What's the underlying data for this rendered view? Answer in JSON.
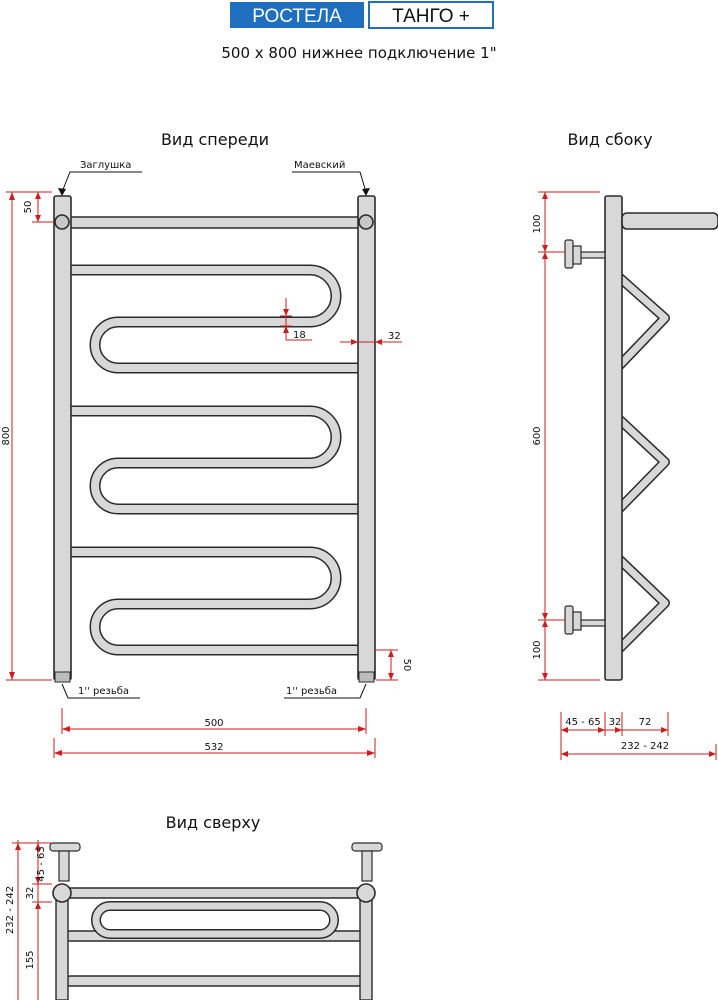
{
  "header": {
    "brand": "РОСТЕЛА",
    "model": "ТАНГО +",
    "subtitle": "500 x 800 нижнее подключение 1\""
  },
  "views": {
    "front": "Вид спереди",
    "side": "Вид сбоку",
    "top": "Вид сверху"
  },
  "labels": {
    "plug": "Заглушка",
    "mayevsky": "Маевский",
    "thread_left": "1'' резьба",
    "thread_right": "1'' резьба"
  },
  "dimensions": {
    "front_top": "50",
    "front_height": "800",
    "front_gap": "18",
    "front_pipe": "32",
    "front_bottom": "50",
    "front_width_inner": "500",
    "front_width_outer": "532",
    "side_top": "100",
    "side_mid": "600",
    "side_bottom": "100",
    "side_wall": "45 - 65",
    "side_pipe": "32",
    "side_coil": "72",
    "side_total": "232 - 242",
    "top_wall": "45 - 65",
    "top_pipe": "32",
    "top_total": "232 - 242",
    "top_depth": "155"
  },
  "colors": {
    "brand_bg": "#1f6fc0",
    "brand_text": "#ffffff",
    "dimension_line": "#cc1e1e",
    "pipe_fill": "#d8d8d8",
    "pipe_outline": "#2b2b2b"
  }
}
